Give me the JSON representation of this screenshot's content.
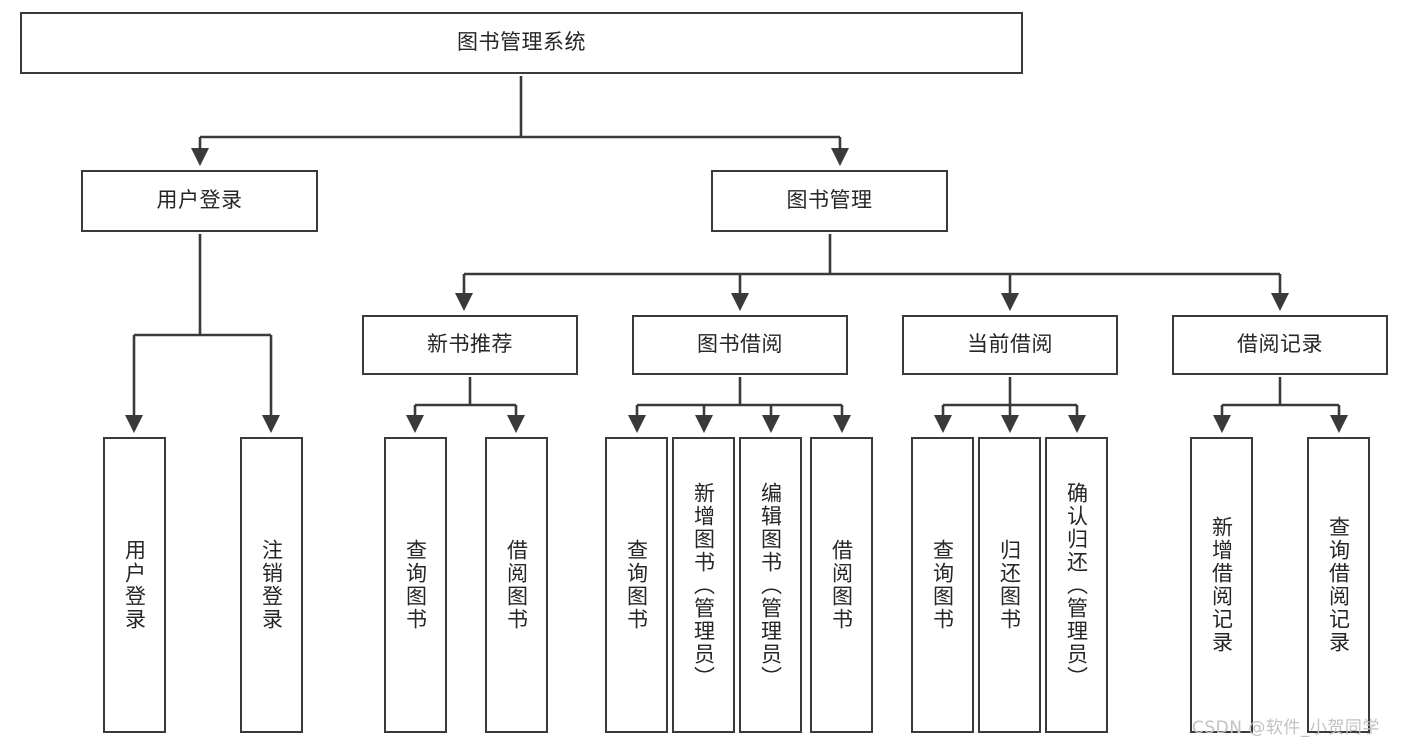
{
  "diagram": {
    "type": "tree-hierarchy-chart",
    "title_node": "图书管理系统",
    "stroke_color": "#3a3a3a",
    "text_color": "#262626",
    "background": "#ffffff",
    "nodes": {
      "root": {
        "label": "图书管理系统"
      },
      "l2": [
        {
          "label": "用户登录"
        },
        {
          "label": "图书管理"
        }
      ],
      "l3": [
        {
          "label": "新书推荐"
        },
        {
          "label": "图书借阅"
        },
        {
          "label": "当前借阅"
        },
        {
          "label": "借阅记录"
        }
      ],
      "leaves_user_login": [
        {
          "label": "用户登录"
        },
        {
          "label": "注销登录"
        }
      ],
      "leaves_new_book": [
        {
          "label": "查询图书"
        },
        {
          "label": "借阅图书"
        }
      ],
      "leaves_borrow": [
        {
          "label": "查询图书"
        },
        {
          "label": "新增图书（管理员）"
        },
        {
          "label": "编辑图书（管理员）"
        },
        {
          "label": "借阅图书"
        }
      ],
      "leaves_current": [
        {
          "label": "查询图书"
        },
        {
          "label": "归还图书"
        },
        {
          "label": "确认归还（管理员）"
        }
      ],
      "leaves_records": [
        {
          "label": "新增借阅记录"
        },
        {
          "label": "查询借阅记录"
        }
      ]
    }
  },
  "watermark": {
    "text": "CSDN @软件_小贺同学",
    "color": "#c2c2c2"
  }
}
